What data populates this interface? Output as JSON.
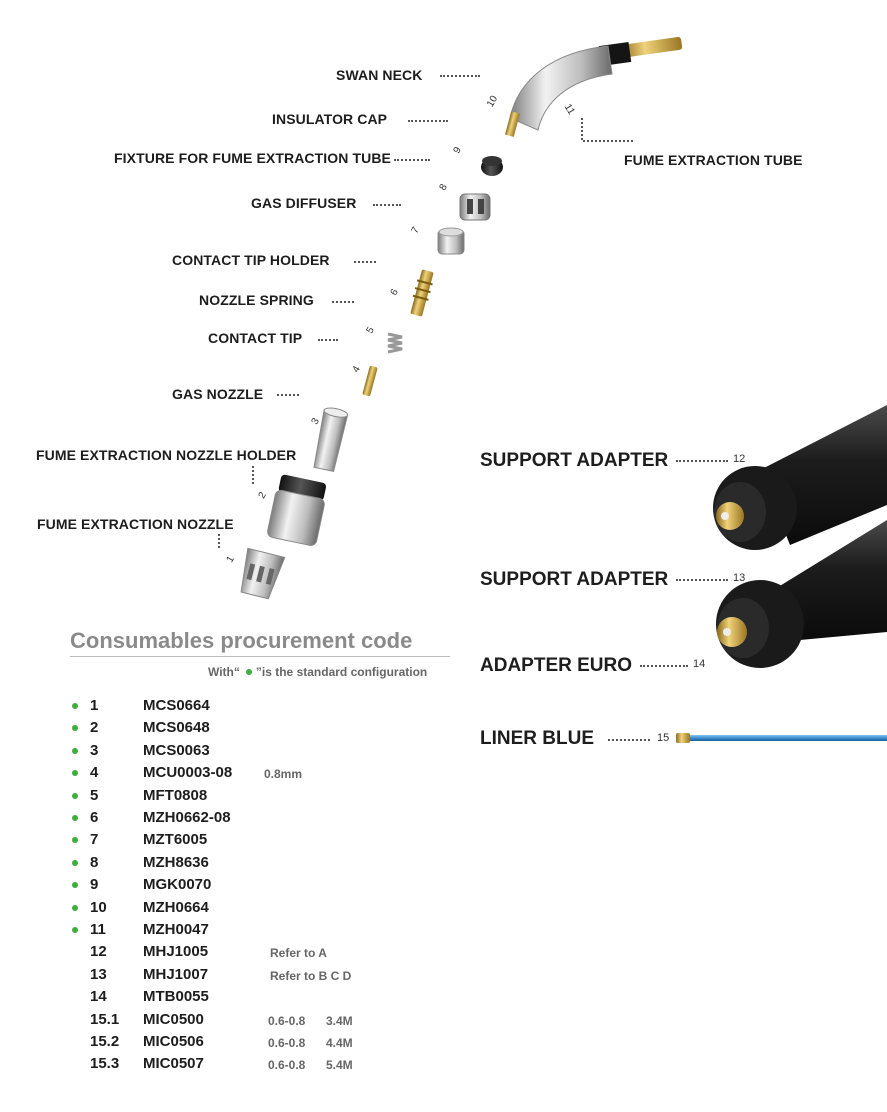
{
  "exploded_view": {
    "labels": [
      {
        "num": "10",
        "text": "SWAN NECK"
      },
      {
        "num": "9",
        "text": "INSULATOR CAP"
      },
      {
        "num": "8",
        "text": "FIXTURE FOR FUME EXTRACTION TUBE"
      },
      {
        "num": "7",
        "text": "GAS DIFFUSER"
      },
      {
        "num": "6",
        "text": "CONTACT TIP HOLDER"
      },
      {
        "num": "5",
        "text": "NOZZLE SPRING"
      },
      {
        "num": "4",
        "text": "CONTACT TIP"
      },
      {
        "num": "3",
        "text": "GAS NOZZLE"
      },
      {
        "num": "2",
        "text": "FUME EXTRACTION NOZZLE HOLDER"
      },
      {
        "num": "1",
        "text": "FUME EXTRACTION NOZZLE"
      },
      {
        "num": "11",
        "text": "FUME EXTRACTION TUBE"
      }
    ]
  },
  "accessories": [
    {
      "num": "12",
      "text": "SUPPORT ADAPTER"
    },
    {
      "num": "13",
      "text": "SUPPORT ADAPTER"
    },
    {
      "num": "14",
      "text": "ADAPTER EURO"
    },
    {
      "num": "15",
      "text": "LINER BLUE"
    }
  ],
  "procurement": {
    "title": "Consumables procurement code",
    "note_prefix": "With“",
    "note_suffix": "”is the standard configuration",
    "rows": [
      {
        "standard": true,
        "num": "1",
        "code": "MCS0664",
        "spec1": "",
        "spec2": ""
      },
      {
        "standard": true,
        "num": "2",
        "code": "MCS0648",
        "spec1": "",
        "spec2": ""
      },
      {
        "standard": true,
        "num": "3",
        "code": "MCS0063",
        "spec1": "",
        "spec2": ""
      },
      {
        "standard": true,
        "num": "4",
        "code": "MCU0003-08",
        "spec1": "0.8mm",
        "spec2": ""
      },
      {
        "standard": true,
        "num": "5",
        "code": "MFT0808",
        "spec1": "",
        "spec2": ""
      },
      {
        "standard": true,
        "num": "6",
        "code": "MZH0662-08",
        "spec1": "",
        "spec2": ""
      },
      {
        "standard": true,
        "num": "7",
        "code": "MZT6005",
        "spec1": "",
        "spec2": ""
      },
      {
        "standard": true,
        "num": "8",
        "code": "MZH8636",
        "spec1": "",
        "spec2": ""
      },
      {
        "standard": true,
        "num": "9",
        "code": "MGK0070",
        "spec1": "",
        "spec2": ""
      },
      {
        "standard": true,
        "num": "10",
        "code": "MZH0664",
        "spec1": "",
        "spec2": ""
      },
      {
        "standard": true,
        "num": "11",
        "code": "MZH0047",
        "spec1": "",
        "spec2": ""
      },
      {
        "standard": false,
        "num": "12",
        "code": "MHJ1005",
        "spec1": "Refer to A",
        "spec2": ""
      },
      {
        "standard": false,
        "num": "13",
        "code": "MHJ1007",
        "spec1": "Refer to B C D",
        "spec2": ""
      },
      {
        "standard": false,
        "num": "14",
        "code": "MTB0055",
        "spec1": "",
        "spec2": ""
      },
      {
        "standard": false,
        "num": "15.1",
        "code": "MIC0500",
        "spec1": "0.6-0.8",
        "spec2": "3.4M"
      },
      {
        "standard": false,
        "num": "15.2",
        "code": "MIC0506",
        "spec1": "0.6-0.8",
        "spec2": "4.4M"
      },
      {
        "standard": false,
        "num": "15.3",
        "code": "MIC0507",
        "spec1": "0.6-0.8",
        "spec2": "5.4M"
      }
    ]
  },
  "colors": {
    "standard_dot": "#3cae3c",
    "liner": "#3a8fd0",
    "brass": "#c9a13a",
    "title": "#8a8a8a"
  }
}
